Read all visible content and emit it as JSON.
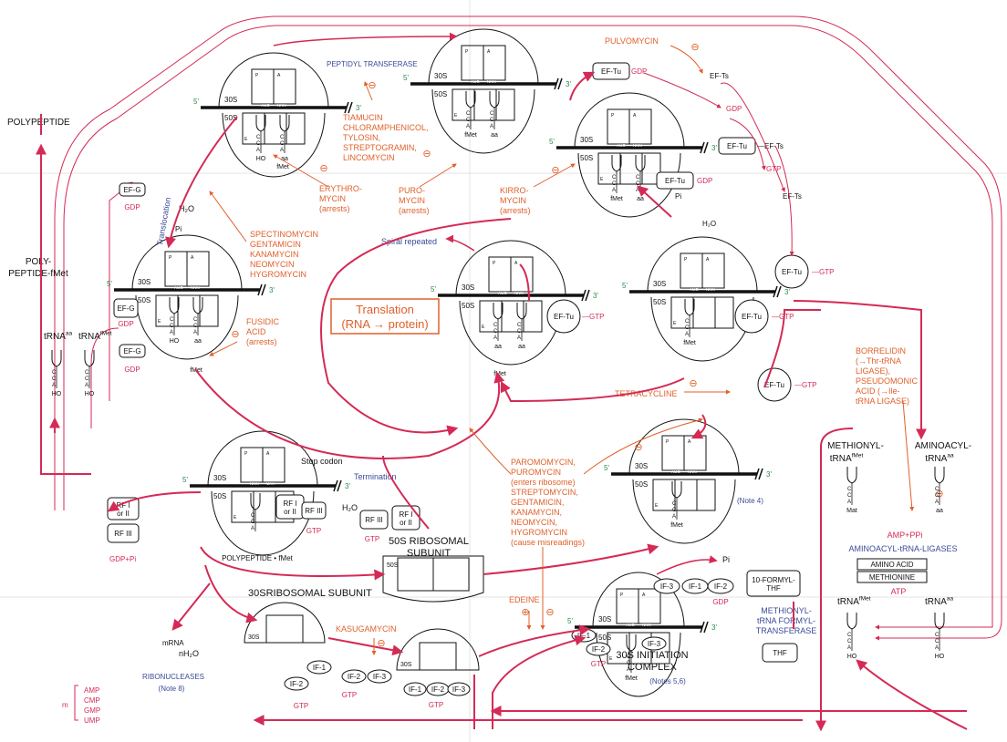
{
  "colors": {
    "pathway": "#d42a55",
    "inhibitor": "#e0602a",
    "enzyme": "#3a4a9a",
    "terminus": "#2a8a4a",
    "structure": "#111111"
  },
  "title_box": {
    "line1": "Translation",
    "line2": "(RNA → protein)"
  },
  "spiral": "Spiral repeated",
  "peptidyl_transferase": "PEPTIDYL TRANSFERASE",
  "translocation": "Translocation",
  "termination": "Termination",
  "stop_codon": "Stop codon",
  "ribosome": {
    "s30": "30S",
    "s50": "50S",
    "p": "P",
    "a": "A",
    "e": "E",
    "aug": "AUG",
    "nnn": "NNN",
    "uaa": "UAA",
    "uac": "UAC",
    "nnnbar": "NNN",
    "c": "C",
    "a_base": "A",
    "ho": "HO",
    "fmet": "fMet",
    "aa": "aa",
    "five": "5'",
    "three": "3'"
  },
  "factors": {
    "eftu": "EF-Tu",
    "efts": "EF-Ts",
    "efg": "EF-G",
    "gtp": "GTP",
    "gdp": "GDP",
    "pi": "Pi",
    "h2o": "H₂O",
    "gdp_pi": "GDP+Pi",
    "rf1": "RF I",
    "or2": "or II",
    "rf3": "RF III",
    "if1": "IF-1",
    "if2": "IF-2",
    "if3": "IF-3",
    "thf": "THF",
    "formyl_thf": "10-FORMYL-\nTHF"
  },
  "left": {
    "polypeptide": "POLYPEPTIDE",
    "poly_fmet": [
      "POLY-",
      "PEPTIDE-fMet"
    ],
    "trna_aa": "tRNA",
    "trna_aa_sup": "aa",
    "trna_fmet": "tRNA",
    "trna_fmet_sup": "fMet"
  },
  "inhibitors": {
    "tiamucin": [
      "TIAMUCIN",
      "CHLORAMPHENICOL,",
      "TYLOSIN,",
      "STREPTOGRAMIN,",
      "LINCOMYCIN"
    ],
    "erythro": [
      "ERYTHRO-",
      "MYCIN",
      "(arrests)"
    ],
    "puro": [
      "PURO-",
      "MYCIN",
      "(arrests)"
    ],
    "kirro": [
      "KIRRO-",
      "MYCIN",
      "(arrests)"
    ],
    "pulvomycin": "PULVOMYCIN",
    "spectino": [
      "SPECTINOMYCIN",
      "GENTAMICIN",
      "KANAMYCIN",
      "NEOMYCIN",
      "HYGROMYCIN"
    ],
    "fusidic": [
      "FUSIDIC",
      "ACID",
      "(arrests)"
    ],
    "tetracycline": "TETRACYCLINE",
    "borrelidin": [
      "BORRELIDIN",
      "(→Thr-tRNA",
      "LIGASE),",
      "PSEUDOMONIC",
      "ACID (→Ile-",
      "tRNA LIGASE)"
    ],
    "paromomycin": [
      "PAROMOMYCIN,",
      "PUROMYCIN",
      "(enters ribosome)",
      "STREPTOMYCIN,",
      "GENTAMICIN,",
      "KANAMYCIN,",
      "NEOMYCIN,",
      "HYGROMYCIN",
      "(cause misreadings)"
    ],
    "edeine": "EDEINE",
    "kasugamycin": "KASUGAMYCIN",
    "minus": "⊖",
    "plus": "⊕"
  },
  "right": {
    "methionyl": [
      "METHIONYL-",
      "tRNA"
    ],
    "methionyl_sup": "fMet",
    "aminoacyl": [
      "AMINOACYL-",
      "tRNA"
    ],
    "aminoacyl_sup": "aa",
    "amp_ppi": "AMP+PPi",
    "ligases": "AMINOACYL-tRNA-LIGASES",
    "amino_acid": "AMINO ACID",
    "methionine": "METHIONINE",
    "atp": "ATP",
    "formyl_transferase": [
      "METHIONYL-",
      "tRNA FORMYL-",
      "TRANSFERASE"
    ],
    "mat": "Mat",
    "trna_fmet": "tRNA",
    "trna_fmet_sup": "fMet",
    "trna_aa": "tRNA",
    "trna_aa_sup": "aa"
  },
  "bottom": {
    "subunit50": [
      "50S RIBOSOMAL",
      "SUBUNIT"
    ],
    "subunit30": "30SRIBOSOMAL SUBUNIT",
    "init_complex": [
      "30S INITIATION",
      "COMPLEX"
    ],
    "notes56": "(Notes 5,6)",
    "note4": "(Note 4)",
    "mrna": "mRNA",
    "nh2o": "nH₂O",
    "ribonucleases": "RIBONUCLEASES",
    "note8": "(Note 8)",
    "m": "m",
    "nucleotides": [
      "AMP",
      "CMP",
      "GMP",
      "UMP"
    ],
    "polypeptide_fmet": "POLYPEPTIDE • fMet"
  }
}
